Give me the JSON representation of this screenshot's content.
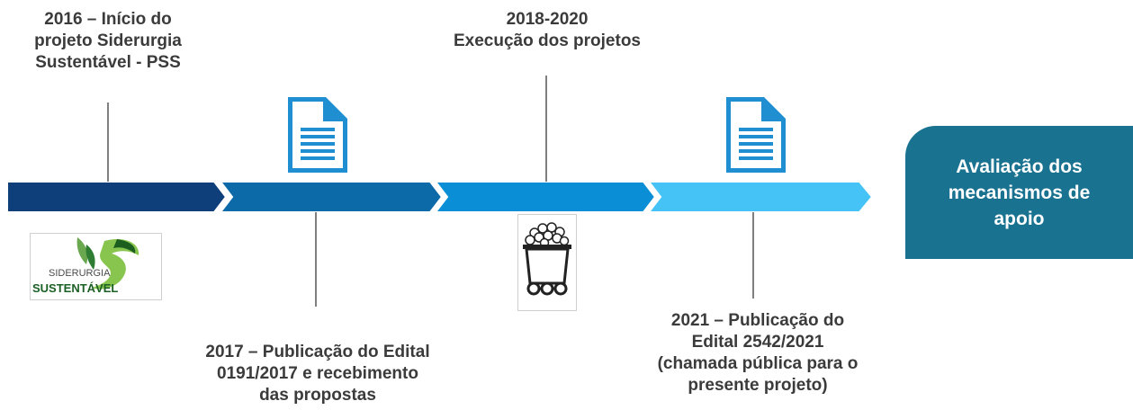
{
  "events": [
    {
      "lines": [
        "2016 – Início do",
        "projeto Siderurgia",
        "Sustentável - PSS"
      ]
    },
    {
      "lines": [
        "2018-2020",
        "Execução dos projetos"
      ]
    },
    {
      "lines": [
        "2017 – Publicação do Edital",
        "0191/2017 e recebimento",
        "das propostas"
      ]
    },
    {
      "lines": [
        "2021 – Publicação do",
        "Edital 2542/2021",
        "(chamada pública para o",
        "presente projeto)"
      ]
    }
  ],
  "card": {
    "lines": [
      "Avaliação dos",
      "mecanismos de",
      "apoio"
    ]
  },
  "logo": {
    "word1": "SIDERURGIA",
    "word2": "SUSTENTÁVEL"
  },
  "colors": {
    "segment1": "#0f3f7a",
    "segment2": "#0d6aa8",
    "segment3": "#0a8fd6",
    "segment4": "#45c3f7",
    "card": "#1a7291",
    "icon": "#1f8fd1"
  },
  "icons": [
    "document-icon",
    "document-icon",
    "mine-cart-icon",
    "siderurgia-logo"
  ]
}
